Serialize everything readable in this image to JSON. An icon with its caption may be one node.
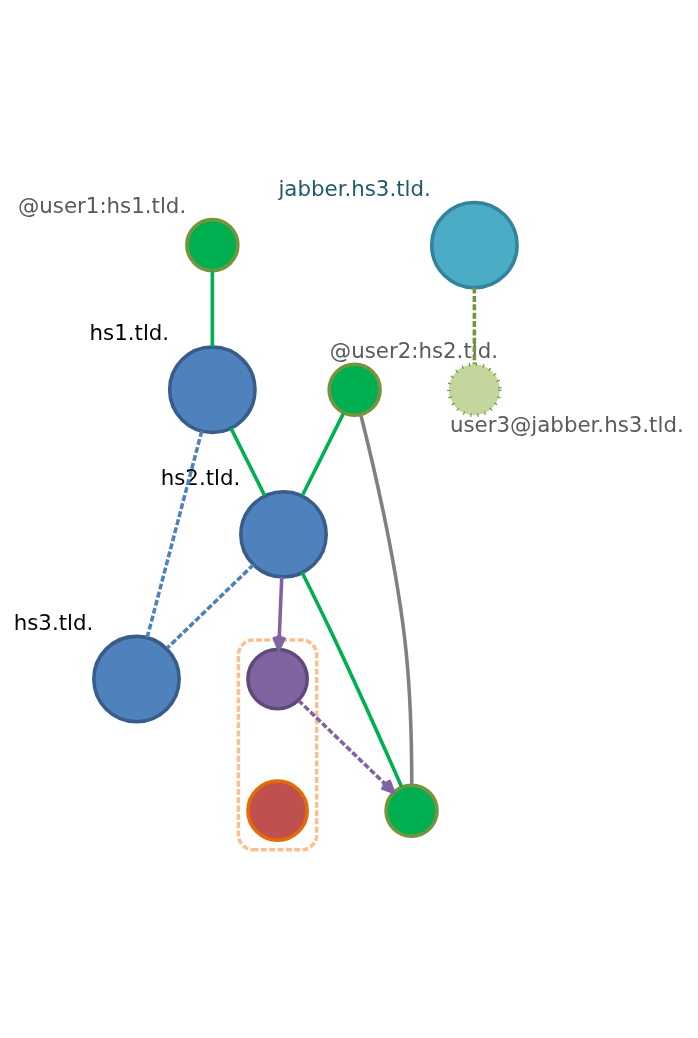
{
  "diagram": {
    "nodes": [
      {
        "text": [],
        "shape": "circle",
        "beside": [
          "@user1:hs1.tld."
        ]
      },
      {
        "text": [],
        "shape": "circle",
        "beside": [
          "hs1.tld."
        ]
      },
      {
        "text": [],
        "shape": "circle",
        "beside": [
          "@user2:hs2.tld."
        ]
      },
      {
        "text": [],
        "shape": "circle",
        "beside": [
          "hs2.tld."
        ]
      },
      {
        "text": [],
        "shape": "circle"
      },
      {
        "text": [],
        "shape": "circle",
        "beside": [
          "hs3.tld."
        ]
      },
      {
        "text": [],
        "shape": "circle",
        "beside": [
          "jabber.hs3.tld."
        ]
      },
      {
        "text": [],
        "shape": "circle",
        "beside": [
          "user3@jabber.hs3.tld."
        ]
      },
      {
        "text": [],
        "shape": "ellipse"
      },
      {
        "text": [],
        "shape": "circle",
        "in": 8
      },
      {
        "text": [],
        "shape": "circle",
        "in": 8
      }
    ],
    "edges": [
      {
        "from": 0,
        "to": 1,
        "arrow": "none",
        "color": "#00b050"
      },
      {
        "from": 1,
        "to": 3,
        "arrow": "none",
        "color": "#00b050"
      },
      {
        "from": 2,
        "to": 3,
        "arrow": "none",
        "color": "#00b050"
      },
      {
        "from": 3,
        "to": 4,
        "arrow": "none",
        "color": "#00b050"
      },
      {
        "from": 2,
        "to": 4,
        "arrow": "none",
        "color": "#808080"
      },
      {
        "from": 1,
        "to": 5,
        "arrow": "none",
        "style": "dashed",
        "color": "#4f81bd"
      },
      {
        "from": 3,
        "to": 5,
        "arrow": "none",
        "style": "dashed",
        "color": "#4f81bd"
      },
      {
        "from": 3,
        "to": 9,
        "arrow": "to",
        "color": "#8064a2"
      },
      {
        "from": 9,
        "to": 4,
        "arrow": "to",
        "style": "dashed",
        "color": "#8064a2"
      },
      {
        "from": 6,
        "to": 7,
        "arrow": "none",
        "style": "dashed",
        "color": "#77933c"
      }
    ]
  }
}
